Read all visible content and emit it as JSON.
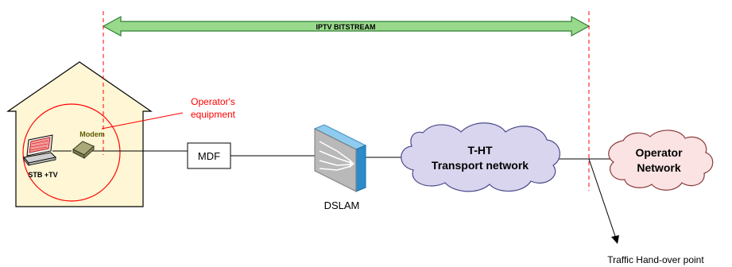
{
  "bitstream": {
    "label": "IPTV BITSTREAM",
    "fill_color": "#99D98C",
    "stroke_color": "#2E7D32"
  },
  "house": {
    "stroke_color": "#000000",
    "fill_color": "#FFF6D5"
  },
  "operator_equipment": {
    "label_line1": "Operator's",
    "label_line2": "equipment",
    "color": "#FF0000"
  },
  "modem": {
    "label": "Modem",
    "label_color": "#5A5A00"
  },
  "stb": {
    "label": "STB +TV"
  },
  "mdf": {
    "label": "MDF"
  },
  "dslam": {
    "label": "DSLAM"
  },
  "transport_cloud": {
    "label_line1": "T-HT",
    "label_line2": "Transport network",
    "fill_color": "#D9D5EE"
  },
  "operator_cloud": {
    "label_line1": "Operator",
    "label_line2": "Network",
    "fill_color": "#FBE3E3"
  },
  "handover": {
    "label": "Traffic Hand-over point"
  }
}
